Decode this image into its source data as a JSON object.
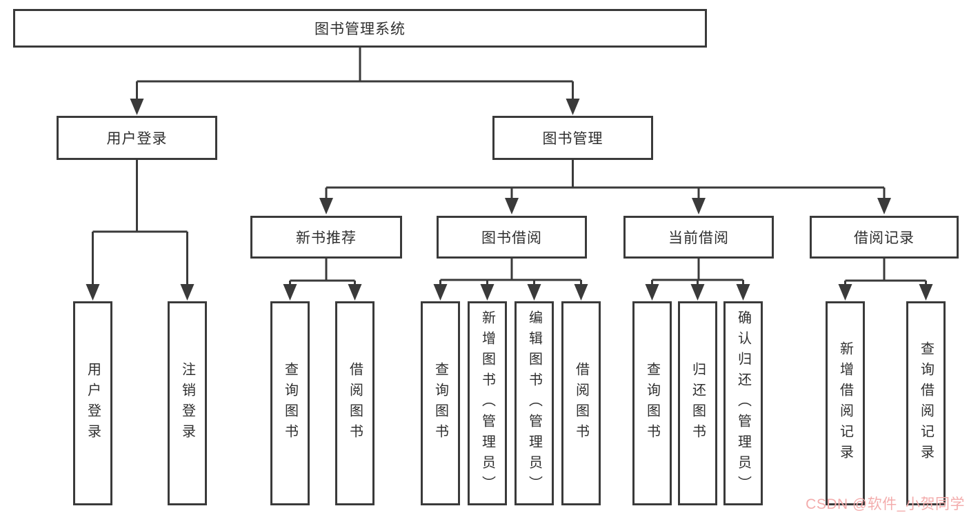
{
  "colors": {
    "line": "#3a3a3a",
    "box_border": "#3a3a3a",
    "text": "#2f2f2f",
    "background": "#ffffff",
    "watermark": "#f3acac"
  },
  "watermark": {
    "text": "CSDN @软件_小贺同学"
  },
  "chart_data": {
    "type": "tree-diagram",
    "title": "图书管理系统"
  },
  "tree": {
    "label": "图书管理系统",
    "children": [
      {
        "label": "用户登录",
        "children": [
          {
            "label": "用户登录"
          },
          {
            "label": "注销登录"
          }
        ]
      },
      {
        "label": "图书管理",
        "children": [
          {
            "label": "新书推荐",
            "children": [
              {
                "label": "查询图书"
              },
              {
                "label": "借阅图书"
              }
            ]
          },
          {
            "label": "图书借阅",
            "children": [
              {
                "label": "查询图书"
              },
              {
                "label": "新增图书（管理员）"
              },
              {
                "label": "编辑图书（管理员）"
              },
              {
                "label": "借阅图书"
              }
            ]
          },
          {
            "label": "当前借阅",
            "children": [
              {
                "label": "查询图书"
              },
              {
                "label": "归还图书"
              },
              {
                "label": "确认归还（管理员）"
              }
            ]
          },
          {
            "label": "借阅记录",
            "children": [
              {
                "label": "新增借阅记录"
              },
              {
                "label": "查询借阅记录"
              }
            ]
          }
        ]
      }
    ]
  }
}
